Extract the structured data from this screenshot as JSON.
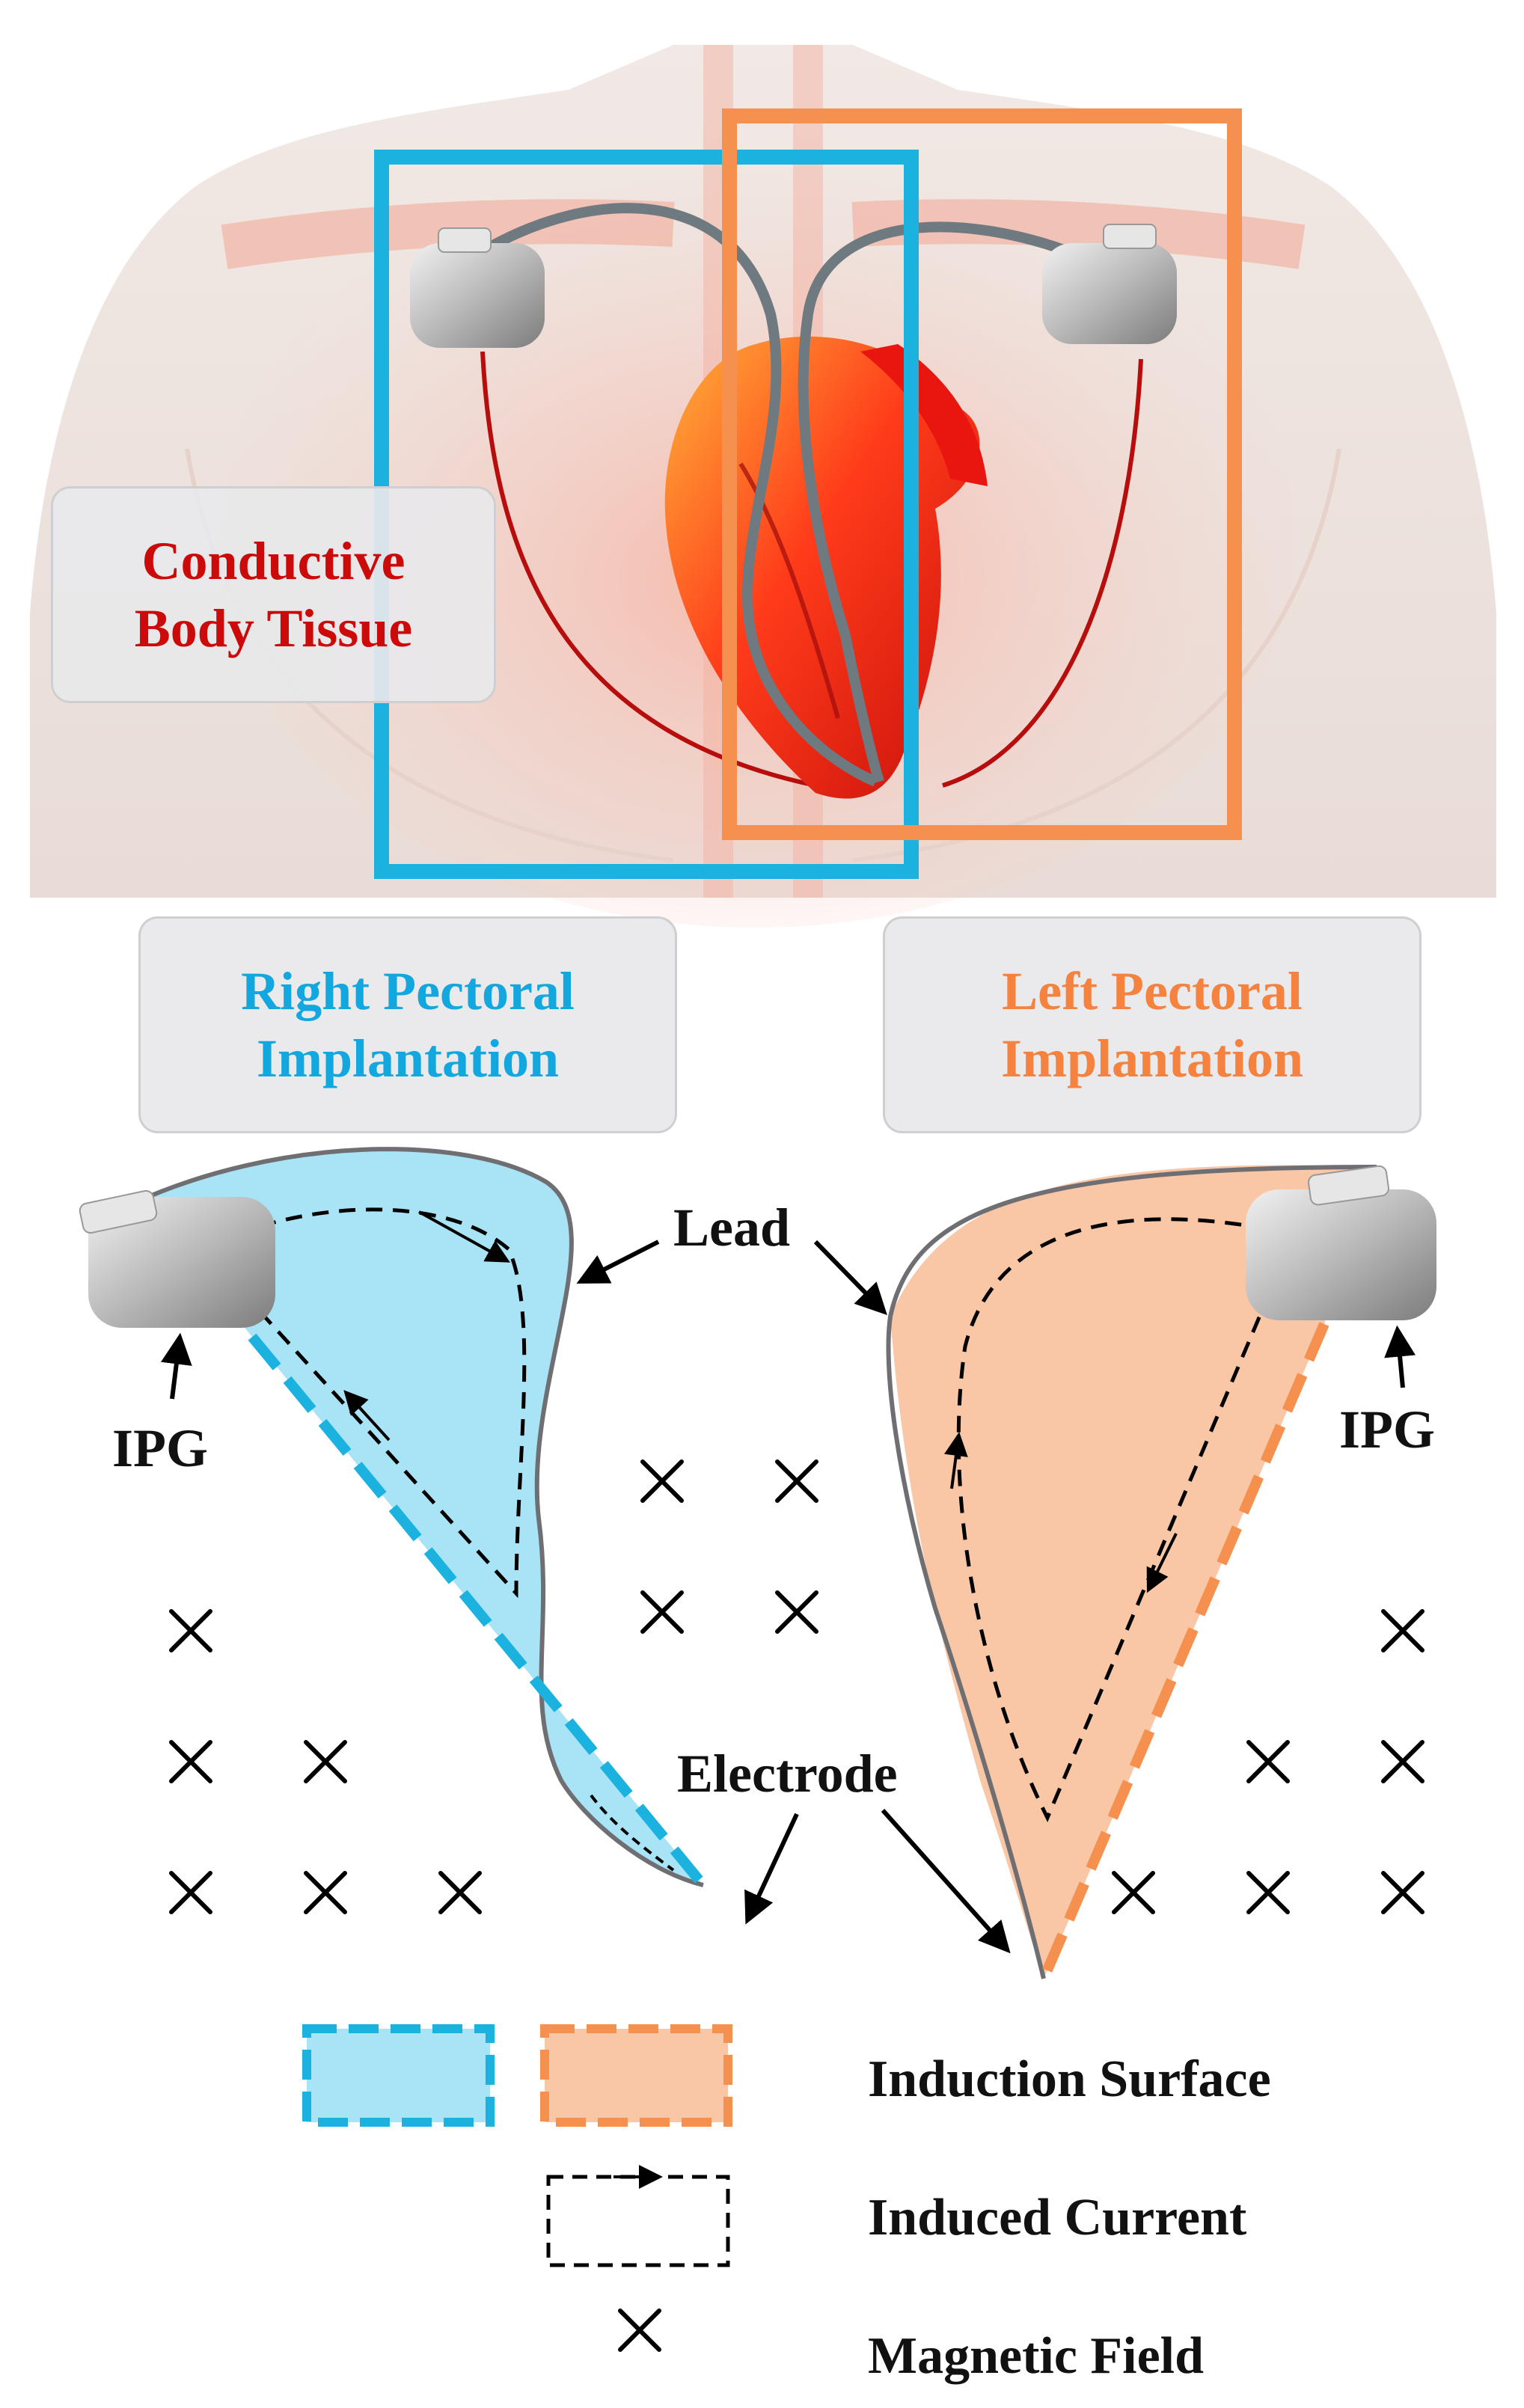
{
  "colors": {
    "right_accent": "#1cb2e0",
    "left_accent": "#f5904f",
    "right_fill": "#a9e3f6",
    "left_fill": "#f9c6a6",
    "tissue_text": "#cc0a0a",
    "right_text": "#13a7e0",
    "left_text": "#f5823e"
  },
  "icons": {
    "magnetic_field": "x-mark-icon",
    "ipg_device": "ipg-device-icon",
    "arrow": "pointer-arrow-icon"
  },
  "labels": {
    "tissue_line1": "Conductive",
    "tissue_line2": "Body Tissue",
    "right_line1": "Right Pectoral",
    "right_line2": "Implantation",
    "left_line1": "Left Pectoral",
    "left_line2": "Implantation",
    "lead": "Lead",
    "ipg_right": "IPG",
    "ipg_left": "IPG",
    "electrode": "Electrode"
  },
  "legend": {
    "induction_surface": "Induction Surface",
    "induced_current": "Induced Current",
    "magnetic_field": "Magnetic Field"
  }
}
